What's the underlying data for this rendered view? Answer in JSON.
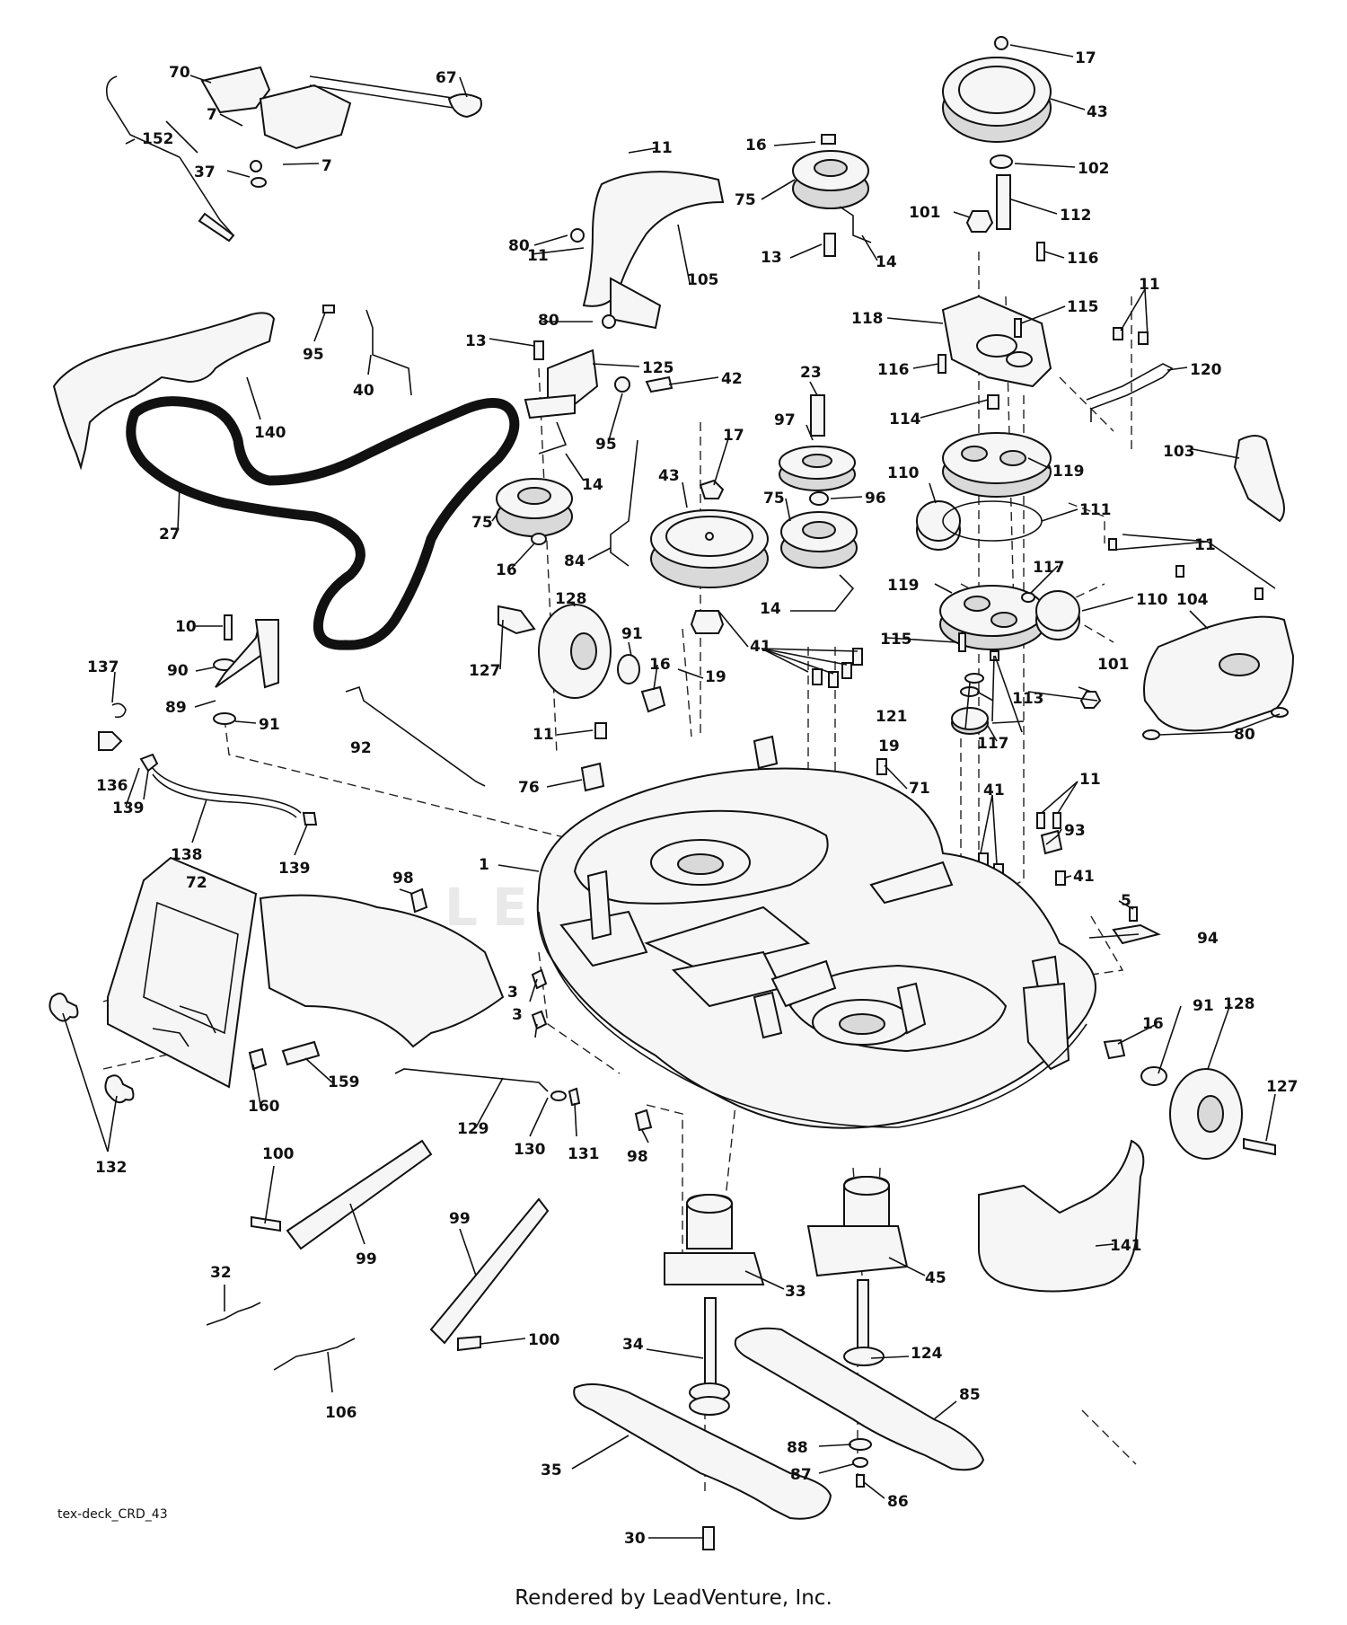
{
  "drawing_id": "tex-deck_CRD_43",
  "render_credit": "Rendered by LeadVenture, Inc.",
  "watermark": "LEADVENTURE",
  "callouts": [
    {
      "id": "c1",
      "label": "70"
    },
    {
      "id": "c2",
      "label": "67"
    },
    {
      "id": "c3",
      "label": "7"
    },
    {
      "id": "c4",
      "label": "7"
    },
    {
      "id": "c5",
      "label": "152"
    },
    {
      "id": "c6",
      "label": "37"
    },
    {
      "id": "c7",
      "label": "11"
    },
    {
      "id": "c8",
      "label": "80"
    },
    {
      "id": "c9",
      "label": "105"
    },
    {
      "id": "c10",
      "label": "11"
    },
    {
      "id": "c11",
      "label": "80"
    },
    {
      "id": "c12",
      "label": "16"
    },
    {
      "id": "c13",
      "label": "75"
    },
    {
      "id": "c14",
      "label": "13"
    },
    {
      "id": "c15",
      "label": "14"
    },
    {
      "id": "c16",
      "label": "17"
    },
    {
      "id": "c17",
      "label": "43"
    },
    {
      "id": "c18",
      "label": "102"
    },
    {
      "id": "c19",
      "label": "101"
    },
    {
      "id": "c20",
      "label": "112"
    },
    {
      "id": "c21",
      "label": "116"
    },
    {
      "id": "c22",
      "label": "118"
    },
    {
      "id": "c23",
      "label": "115"
    },
    {
      "id": "c24",
      "label": "11"
    },
    {
      "id": "c25",
      "label": "116"
    },
    {
      "id": "c26",
      "label": "120"
    },
    {
      "id": "c27",
      "label": "95"
    },
    {
      "id": "c28",
      "label": "40"
    },
    {
      "id": "c29",
      "label": "140"
    },
    {
      "id": "c30",
      "label": "13"
    },
    {
      "id": "c31",
      "label": "125"
    },
    {
      "id": "c32",
      "label": "42"
    },
    {
      "id": "c33",
      "label": "23"
    },
    {
      "id": "c34",
      "label": "114"
    },
    {
      "id": "c35",
      "label": "103"
    },
    {
      "id": "c36",
      "label": "27"
    },
    {
      "id": "c37",
      "label": "95"
    },
    {
      "id": "c38",
      "label": "14"
    },
    {
      "id": "c39",
      "label": "75"
    },
    {
      "id": "c40",
      "label": "16"
    },
    {
      "id": "c41",
      "label": "84"
    },
    {
      "id": "c42",
      "label": "43"
    },
    {
      "id": "c43",
      "label": "17"
    },
    {
      "id": "c44",
      "label": "97"
    },
    {
      "id": "c45",
      "label": "96"
    },
    {
      "id": "c46",
      "label": "75"
    },
    {
      "id": "c47",
      "label": "110"
    },
    {
      "id": "c48",
      "label": "119"
    },
    {
      "id": "c49",
      "label": "111"
    },
    {
      "id": "c50",
      "label": "11"
    },
    {
      "id": "c51",
      "label": "117"
    },
    {
      "id": "c52",
      "label": "119"
    },
    {
      "id": "c53",
      "label": "110"
    },
    {
      "id": "c54",
      "label": "104"
    },
    {
      "id": "c55",
      "label": "14"
    },
    {
      "id": "c56",
      "label": "10"
    },
    {
      "id": "c57",
      "label": "137"
    },
    {
      "id": "c58",
      "label": "90"
    },
    {
      "id": "c59",
      "label": "89"
    },
    {
      "id": "c60",
      "label": "91"
    },
    {
      "id": "c61",
      "label": "128"
    },
    {
      "id": "c62",
      "label": "127"
    },
    {
      "id": "c63",
      "label": "91"
    },
    {
      "id": "c64",
      "label": "16"
    },
    {
      "id": "c65",
      "label": "19"
    },
    {
      "id": "c66",
      "label": "41"
    },
    {
      "id": "c67",
      "label": "115"
    },
    {
      "id": "c68",
      "label": "113"
    },
    {
      "id": "c69",
      "label": "101"
    },
    {
      "id": "c70",
      "label": "80"
    },
    {
      "id": "c71",
      "label": "136"
    },
    {
      "id": "c72",
      "label": "92"
    },
    {
      "id": "c73",
      "label": "11"
    },
    {
      "id": "c74",
      "label": "121"
    },
    {
      "id": "c75",
      "label": "117"
    },
    {
      "id": "c76",
      "label": "19"
    },
    {
      "id": "c77",
      "label": "139"
    },
    {
      "id": "c78",
      "label": "76"
    },
    {
      "id": "c79",
      "label": "71"
    },
    {
      "id": "c80",
      "label": "11"
    },
    {
      "id": "c81",
      "label": "138"
    },
    {
      "id": "c82",
      "label": "139"
    },
    {
      "id": "c83",
      "label": "1"
    },
    {
      "id": "c84",
      "label": "93"
    },
    {
      "id": "c85",
      "label": "98"
    },
    {
      "id": "c86",
      "label": "41"
    },
    {
      "id": "c87",
      "label": "41"
    },
    {
      "id": "c88",
      "label": "72"
    },
    {
      "id": "c89",
      "label": "5"
    },
    {
      "id": "c90",
      "label": "94"
    },
    {
      "id": "c91",
      "label": "3"
    },
    {
      "id": "c92",
      "label": "16"
    },
    {
      "id": "c93",
      "label": "91"
    },
    {
      "id": "c94",
      "label": "128"
    },
    {
      "id": "c95",
      "label": "127"
    },
    {
      "id": "c96",
      "label": "160"
    },
    {
      "id": "c97",
      "label": "159"
    },
    {
      "id": "c98",
      "label": "129"
    },
    {
      "id": "c99",
      "label": "130"
    },
    {
      "id": "c100",
      "label": "131"
    },
    {
      "id": "c101",
      "label": "98"
    },
    {
      "id": "c102",
      "label": "132"
    },
    {
      "id": "c103",
      "label": "100"
    },
    {
      "id": "c104",
      "label": "99"
    },
    {
      "id": "c105",
      "label": "99"
    },
    {
      "id": "c106",
      "label": "141"
    },
    {
      "id": "c107",
      "label": "45"
    },
    {
      "id": "c108",
      "label": "33"
    },
    {
      "id": "c109",
      "label": "32"
    },
    {
      "id": "c110",
      "label": "100"
    },
    {
      "id": "c111",
      "label": "34"
    },
    {
      "id": "c112",
      "label": "124"
    },
    {
      "id": "c113",
      "label": "106"
    },
    {
      "id": "c114",
      "label": "85"
    },
    {
      "id": "c115",
      "label": "88"
    },
    {
      "id": "c116",
      "label": "87"
    },
    {
      "id": "c117",
      "label": "35"
    },
    {
      "id": "c118",
      "label": "86"
    },
    {
      "id": "c119",
      "label": "30"
    },
    {
      "id": "c120",
      "label": "3"
    }
  ]
}
